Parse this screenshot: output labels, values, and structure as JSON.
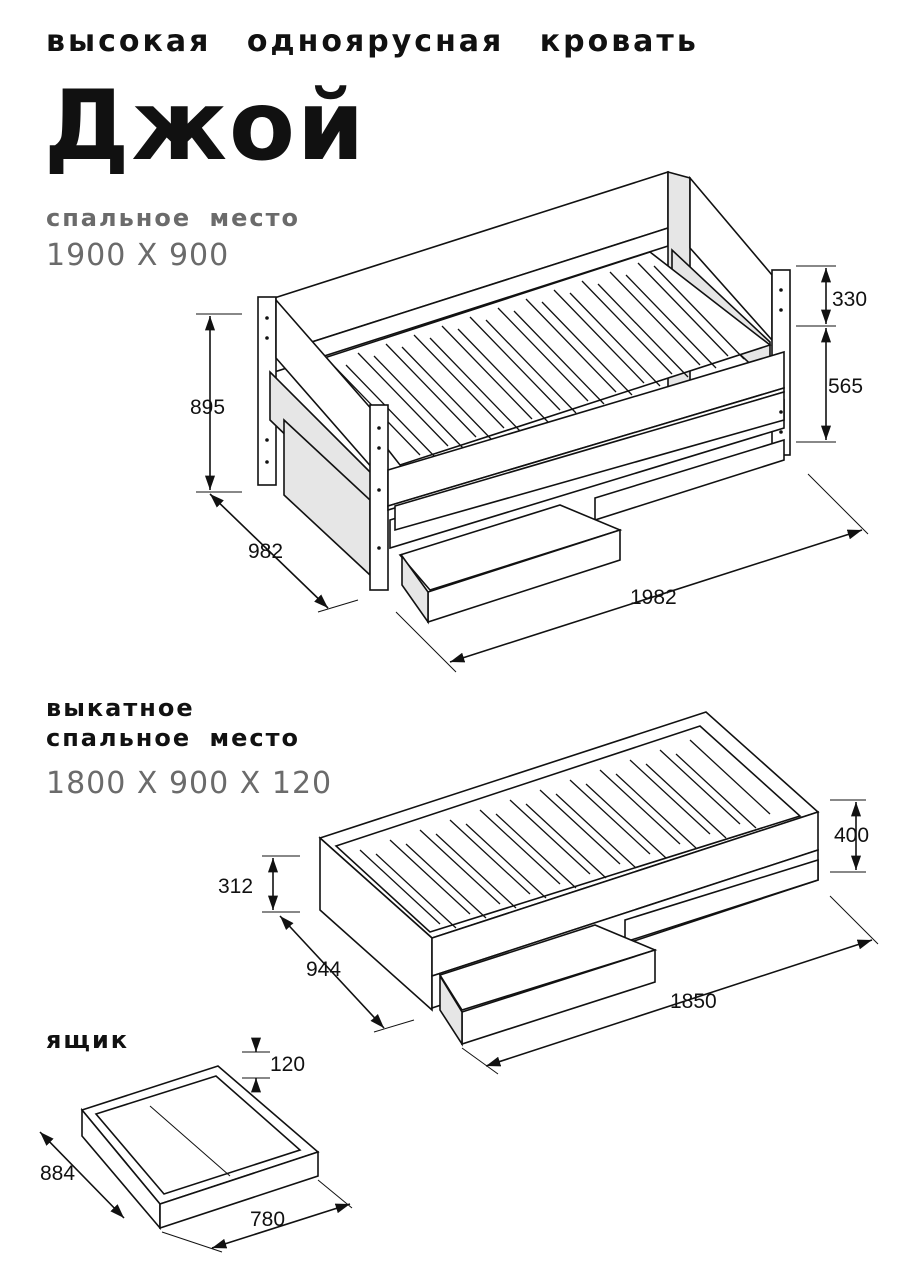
{
  "header": {
    "subtitle": "высокая одноярусная кровать",
    "title": "Джой"
  },
  "bed": {
    "label": "спальное место",
    "size": "1900 Х 900",
    "dims": {
      "height": "895",
      "depth": "982",
      "length": "1982",
      "rail_top": "330",
      "rail_low": "565"
    }
  },
  "trundle": {
    "label_line1": "выкатное",
    "label_line2": "спальное место",
    "size": "1800 Х 900 Х 120",
    "dims": {
      "height_front": "312",
      "height_back": "400",
      "depth": "944",
      "length": "1850"
    }
  },
  "drawer": {
    "label": "ящик",
    "dims": {
      "height": "120",
      "depth": "884",
      "width": "780"
    }
  }
}
